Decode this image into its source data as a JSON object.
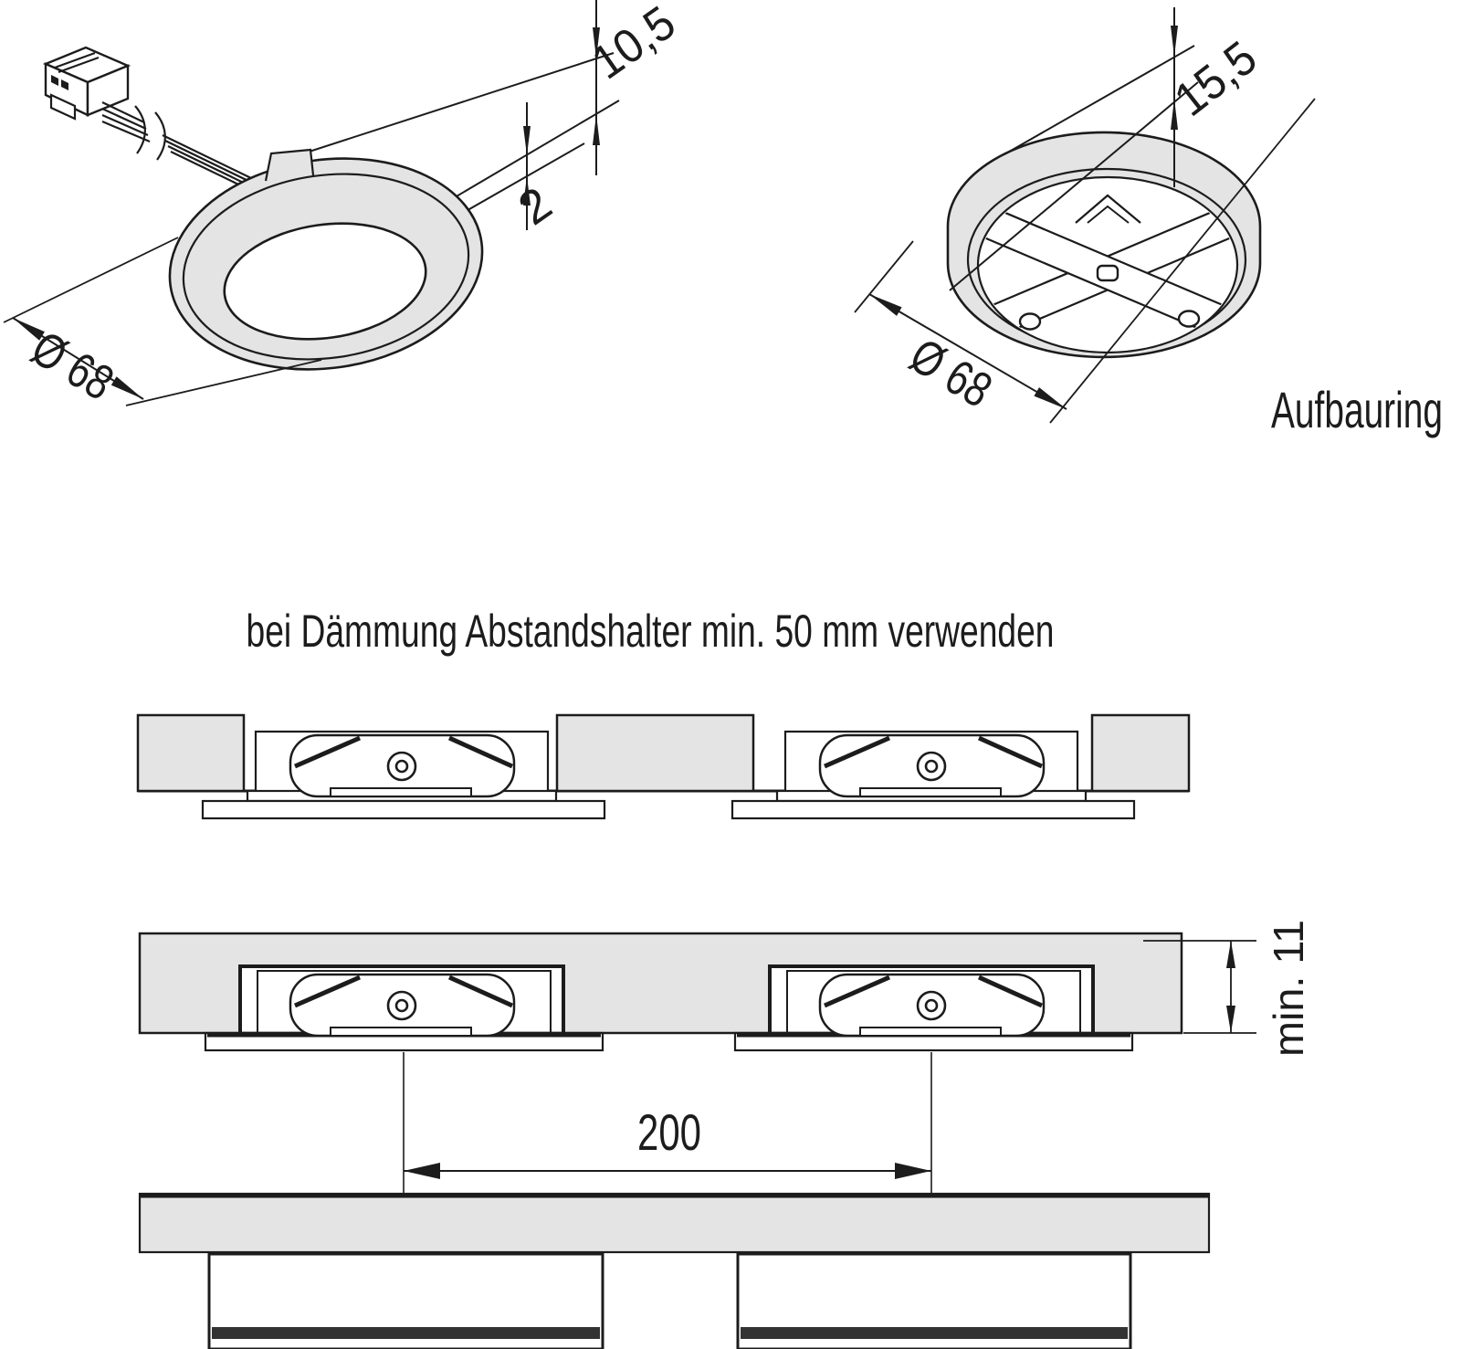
{
  "drawing_labels": {
    "recessed_light": {
      "height_total": "10,5",
      "height_flange": "2",
      "diameter": "Ø 68"
    },
    "surface_ring": {
      "height": "15,5",
      "diameter": "Ø 68",
      "name": "Aufbauring"
    },
    "installation": {
      "note": "bei Dämmung Abstandshalter min. 50 mm verwenden",
      "spacing": "200",
      "min_panel_thickness": "min. 11"
    }
  },
  "colors": {
    "line": "#1c1c1c",
    "fill_gray": "#e4e4e4",
    "band_dark": "#333333",
    "background": "#ffffff"
  }
}
